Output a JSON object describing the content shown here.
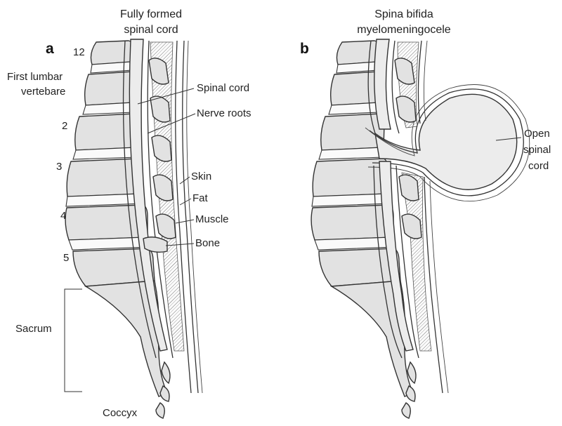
{
  "panel_a": {
    "letter": "a",
    "title_line1": "Fully formed",
    "title_line2": "spinal cord",
    "labels": {
      "vertebra_12": "12",
      "first_lumbar_line1": "First lumbar",
      "first_lumbar_line2": "vertebare",
      "vertebra_2": "2",
      "vertebra_3": "3",
      "vertebra_4": "4",
      "vertebra_5": "5",
      "sacrum": "Sacrum",
      "coccyx": "Coccyx",
      "spinal_cord": "Spinal cord",
      "nerve_roots": "Nerve roots",
      "skin": "Skin",
      "fat": "Fat",
      "muscle": "Muscle",
      "bone": "Bone"
    }
  },
  "panel_b": {
    "letter": "b",
    "title_line1": "Spina bifida",
    "title_line2": "myelomeningocele",
    "labels": {
      "open_line1": "Open",
      "open_line2": "spinal",
      "open_line3": "cord"
    }
  }
}
